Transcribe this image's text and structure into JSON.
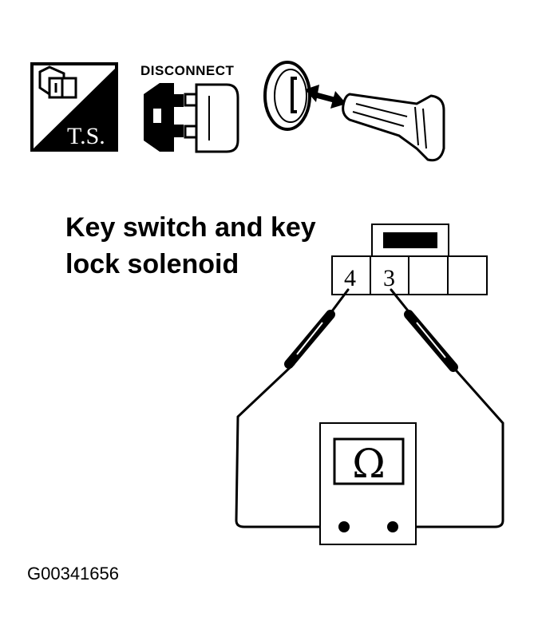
{
  "icons": {
    "troubleshoot_label": "T.S.",
    "disconnect_label": "DISCONNECT",
    "key_icon": "ignition-key-icon"
  },
  "title": {
    "line1": "Key switch and key",
    "line2": "lock solenoid"
  },
  "connector": {
    "pins": [
      "4",
      "3"
    ]
  },
  "meter": {
    "symbol": "Ω"
  },
  "figure_id": "G00341656"
}
